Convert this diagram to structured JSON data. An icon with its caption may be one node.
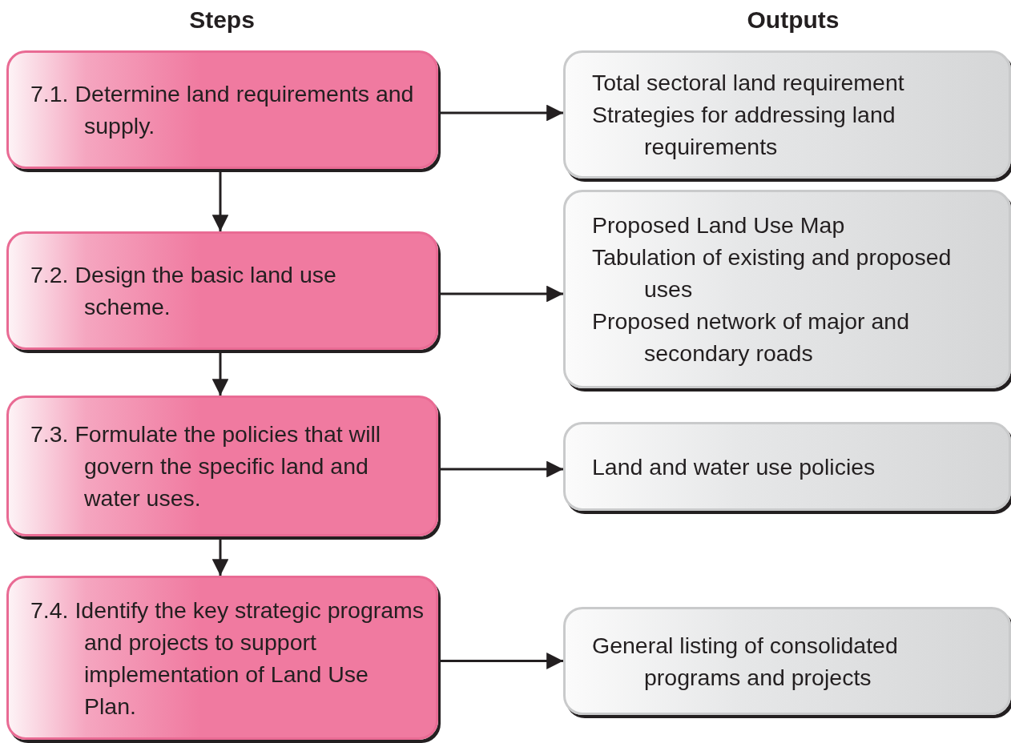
{
  "diagram": {
    "nodes": [
      {
        "text": [
          "7.1. Determine land requirements and supply."
        ]
      },
      {
        "text": [
          "Total sectoral land requirement",
          "Strategies for addressing land requirements"
        ]
      },
      {
        "text": [
          "7.2. Design the basic land use scheme."
        ]
      },
      {
        "text": [
          "Proposed Land Use Map",
          "Tabulation of existing and proposed uses",
          "Proposed network of major and secondary roads"
        ]
      },
      {
        "text": [
          "7.3. Formulate the policies that will govern the specific land and water uses."
        ]
      },
      {
        "text": [
          "Land and water use policies"
        ]
      },
      {
        "text": [
          "7.4. Identify the key strategic programs and projects to support implementation of Land Use Plan."
        ]
      },
      {
        "text": [
          "General listing of consolidated programs and projects"
        ]
      }
    ],
    "edges": [
      {
        "from": 0,
        "to": 1,
        "arrow": "to"
      },
      {
        "from": 0,
        "to": 2,
        "arrow": "to"
      },
      {
        "from": 2,
        "to": 3,
        "arrow": "to"
      },
      {
        "from": 2,
        "to": 4,
        "arrow": "to"
      },
      {
        "from": 4,
        "to": 5,
        "arrow": "to"
      },
      {
        "from": 4,
        "to": 6,
        "arrow": "to"
      },
      {
        "from": 6,
        "to": 7,
        "arrow": "to"
      }
    ],
    "labels": [
      "Steps",
      "Outputs"
    ]
  }
}
